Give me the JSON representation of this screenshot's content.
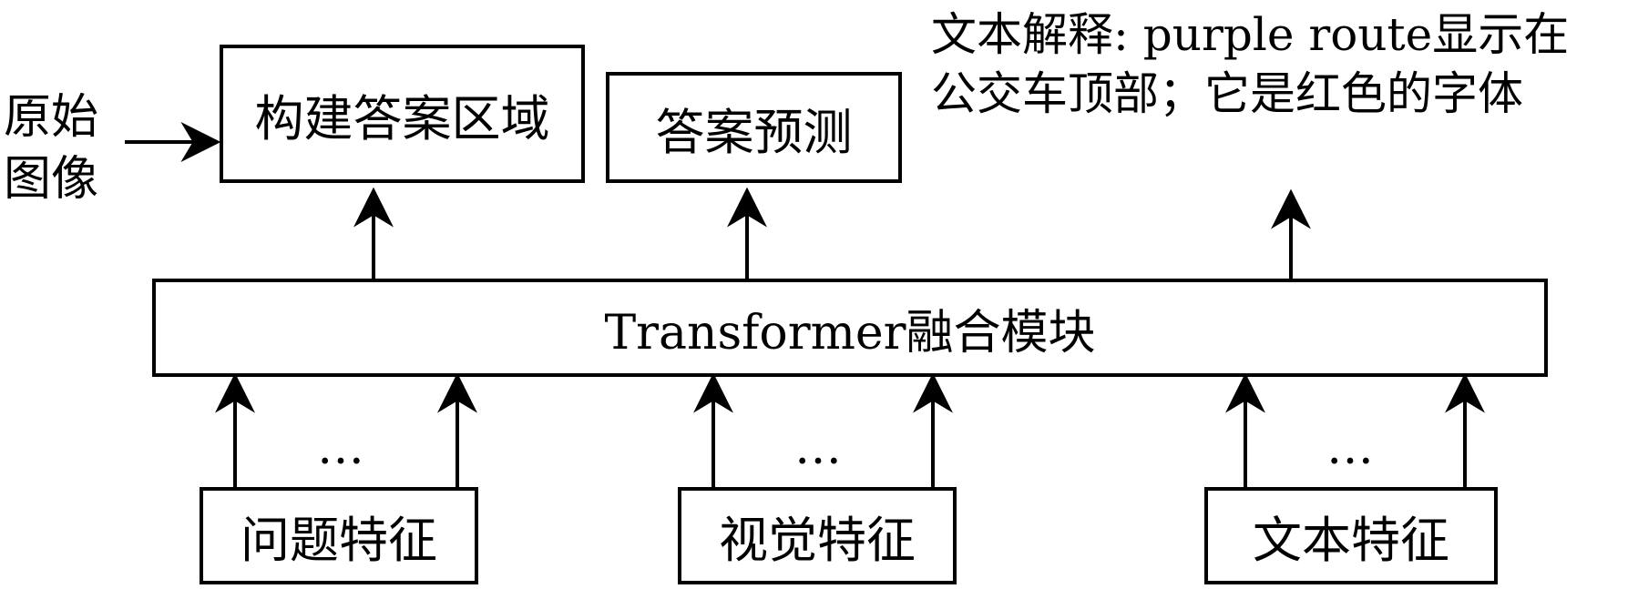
{
  "input_label": {
    "line1": "原始",
    "line2": "图像"
  },
  "boxes": {
    "build_answer_region": "构建答案区域",
    "answer_prediction": "答案预测",
    "fusion_module": "Transformer融合模块",
    "question_features": "问题特征",
    "visual_features": "视觉特征",
    "text_features": "文本特征"
  },
  "annotation": {
    "line1": "文本解释: purple route显示在",
    "line2": "公交车顶部；它是红色的字体"
  },
  "ellipsis": "…"
}
